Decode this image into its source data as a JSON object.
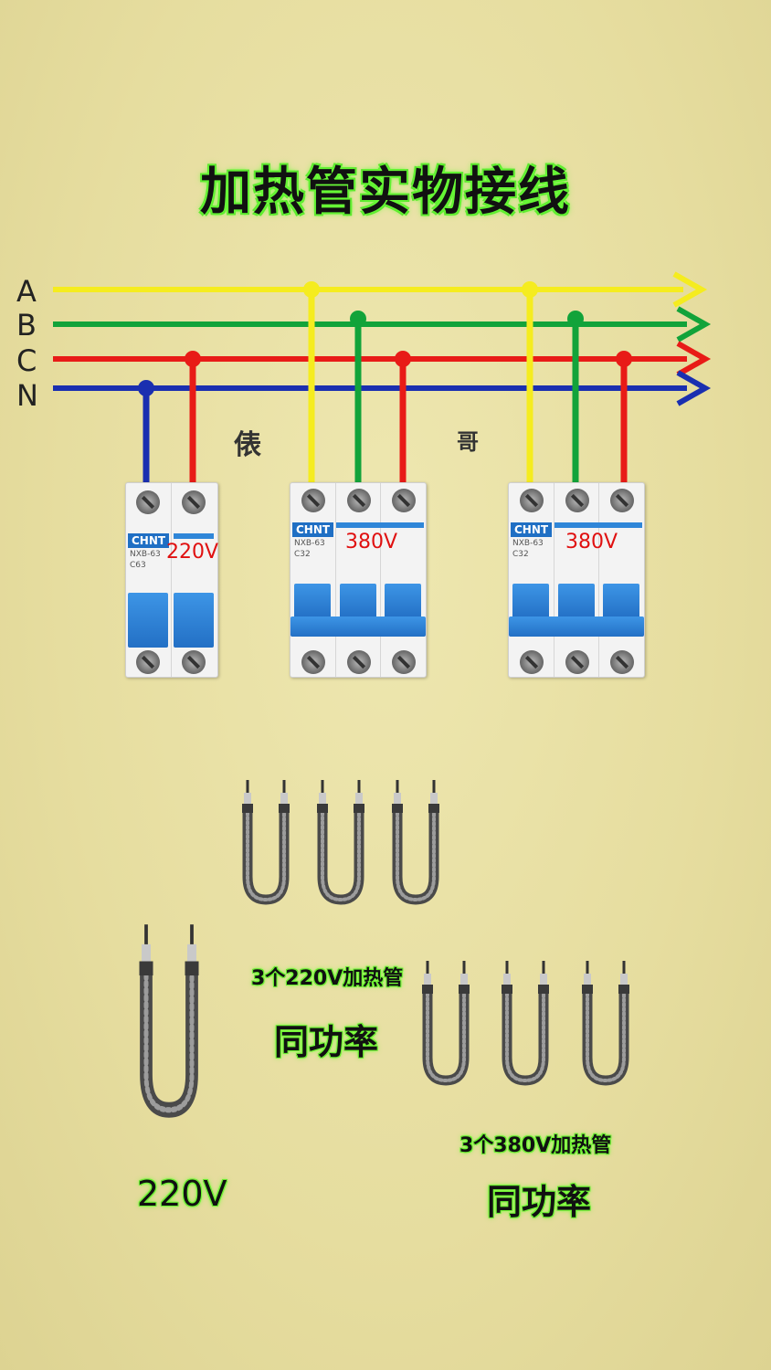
{
  "title": "加热管实物接线",
  "phases": [
    "A",
    "B",
    "C",
    "N"
  ],
  "watermark": [
    "俵",
    "哥"
  ],
  "colors": {
    "A": "#f5ec1f",
    "B": "#12a33a",
    "C": "#e81b17",
    "N": "#1a2fb0",
    "breaker_blue": "#2f86d8"
  },
  "breakers": [
    {
      "brand": "CHNT",
      "model": "NXB-63",
      "rating": "C63",
      "voltage_label": "220V"
    },
    {
      "brand": "CHNT",
      "model": "NXB-63",
      "rating": "C32",
      "voltage_label": "380V"
    },
    {
      "brand": "CHNT",
      "model": "NXB-63",
      "rating": "C32",
      "voltage_label": "380V"
    }
  ],
  "labels": {
    "group220": "3个220V加热管",
    "group220_power": "同功率",
    "group380": "3个380V加热管",
    "group380_power": "同功率",
    "single220": "220V"
  },
  "icons": [
    "arrow-right-icon",
    "screw-icon",
    "heater-tube-icon"
  ]
}
